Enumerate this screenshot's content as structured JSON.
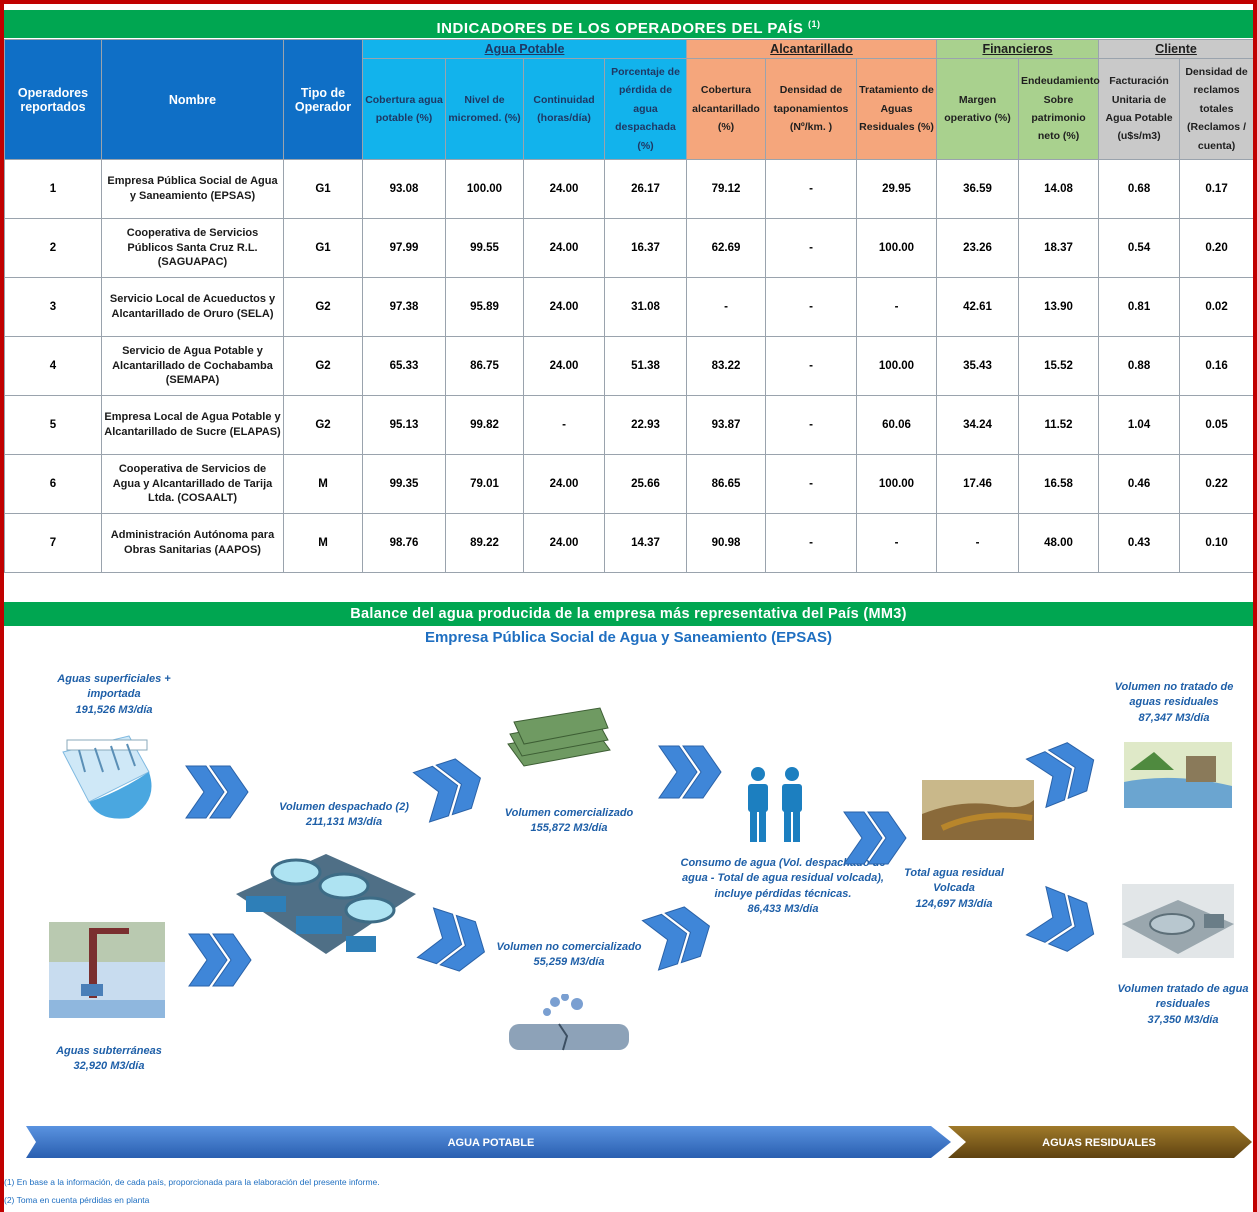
{
  "title": "INDICADORES DE LOS OPERADORES DEL PAÍS",
  "title_sup": "(1)",
  "groups": {
    "agua_potable": "Agua Potable",
    "alcantarillado": "Alcantarillado",
    "financieros": "Financieros",
    "cliente": "Cliente"
  },
  "headers": {
    "operadores": "Operadores reportados",
    "nombre": "Nombre",
    "tipo": "Tipo de Operador",
    "cobertura_ap": "Cobertura agua potable (%)",
    "micromed": "Nivel de micromed. (%)",
    "continuidad": "Continuidad (horas/día)",
    "perdida": "Porcentaje de pérdida de agua despachada (%)",
    "cobertura_alc": "Cobertura alcantarillado (%)",
    "taponamientos": "Densidad de taponamientos (Nº/km. )",
    "tratamiento": "Tratamiento de Aguas Residuales (%)",
    "margen": "Margen operativo (%)",
    "endeudamiento": "Endeudamiento Sobre patrimonio neto (%)",
    "facturacion": "Facturación Unitaria de Agua Potable (u$s/m3)",
    "reclamos": "Densidad de reclamos totales (Reclamos / cuenta)"
  },
  "rows": [
    {
      "n": "1",
      "nombre": "Empresa Pública Social de Agua y Saneamiento (EPSAS)",
      "tipo": "G1",
      "cob": "93.08",
      "mic": "100.00",
      "cont": "24.00",
      "perd": "26.17",
      "alc": "79.12",
      "tap": "-",
      "trat": "29.95",
      "marg": "36.59",
      "end": "14.08",
      "fact": "0.68",
      "rec": "0.17"
    },
    {
      "n": "2",
      "nombre": "Cooperativa de Servicios Públicos Santa Cruz R.L. (SAGUAPAC)",
      "tipo": "G1",
      "cob": "97.99",
      "mic": "99.55",
      "cont": "24.00",
      "perd": "16.37",
      "alc": "62.69",
      "tap": "-",
      "trat": "100.00",
      "marg": "23.26",
      "end": "18.37",
      "fact": "0.54",
      "rec": "0.20"
    },
    {
      "n": "3",
      "nombre": "Servicio Local de Acueductos y Alcantarillado de Oruro (SELA)",
      "tipo": "G2",
      "cob": "97.38",
      "mic": "95.89",
      "cont": "24.00",
      "perd": "31.08",
      "alc": "-",
      "tap": "-",
      "trat": "-",
      "marg": "42.61",
      "end": "13.90",
      "fact": "0.81",
      "rec": "0.02"
    },
    {
      "n": "4",
      "nombre": "Servicio de Agua Potable y Alcantarillado de Cochabamba (SEMAPA)",
      "tipo": "G2",
      "cob": "65.33",
      "mic": "86.75",
      "cont": "24.00",
      "perd": "51.38",
      "alc": "83.22",
      "tap": "-",
      "trat": "100.00",
      "marg": "35.43",
      "end": "15.52",
      "fact": "0.88",
      "rec": "0.16"
    },
    {
      "n": "5",
      "nombre": "Empresa Local de Agua Potable y Alcantarillado de Sucre (ELAPAS)",
      "tipo": "G2",
      "cob": "95.13",
      "mic": "99.82",
      "cont": "-",
      "perd": "22.93",
      "alc": "93.87",
      "tap": "-",
      "trat": "60.06",
      "marg": "34.24",
      "end": "11.52",
      "fact": "1.04",
      "rec": "0.05"
    },
    {
      "n": "6",
      "nombre": "Cooperativa de Servicios de Agua y Alcantarillado de Tarija Ltda. (COSAALT)",
      "tipo": "M",
      "cob": "99.35",
      "mic": "79.01",
      "cont": "24.00",
      "perd": "25.66",
      "alc": "86.65",
      "tap": "-",
      "trat": "100.00",
      "marg": "17.46",
      "end": "16.58",
      "fact": "0.46",
      "rec": "0.22"
    },
    {
      "n": "7",
      "nombre": "Administración Autónoma para Obras Sanitarias (AAPOS)",
      "tipo": "M",
      "cob": "98.76",
      "mic": "89.22",
      "cont": "24.00",
      "perd": "14.37",
      "alc": "90.98",
      "tap": "-",
      "trat": "-",
      "marg": "-",
      "end": "48.00",
      "fact": "0.43",
      "rec": "0.10"
    }
  ],
  "balance": {
    "title": "Balance del agua producida de la empresa más representativa del País (MM3)",
    "subtitle": "Empresa Pública Social de Agua y Saneamiento (EPSAS)",
    "superficiales": {
      "label": "Aguas superficiales + importada",
      "value": "191,526 M3/día"
    },
    "subterraneas": {
      "label": "Aguas subterráneas",
      "value": "32,920 M3/día"
    },
    "despachado": {
      "label": "Volumen despachado (2)",
      "value": "211,131 M3/día"
    },
    "comercializado": {
      "label": "Volumen comercializado",
      "value": "155,872 M3/día"
    },
    "no_comercializado": {
      "label": "Volumen no comercializado",
      "value": "55,259 M3/día"
    },
    "consumo": {
      "label": "Consumo de agua (Vol. despachado de agua - Total de agua residual volcada), incluye pérdidas técnicas.",
      "value": "86,433 M3/día"
    },
    "residual": {
      "label": "Total agua residual Volcada",
      "value": "124,697 M3/día"
    },
    "no_tratado": {
      "label": "Volumen no tratado de aguas residuales",
      "value": "87,347 M3/día"
    },
    "tratado": {
      "label": "Volumen tratado de agua residuales",
      "value": "37,350 M3/día"
    }
  },
  "arrows": {
    "potable": "AGUA POTABLE",
    "residuales": "AGUAS RESIDUALES"
  },
  "footnotes": [
    "(1) En base a la información, de cada país, proporcionada para la elaboración del presente informe.",
    "(2) Toma en cuenta pérdidas en planta"
  ],
  "colors": {
    "title_bar": "#00a651",
    "border": "#c00000",
    "header_blue": "#0f6fc6",
    "agua_potable": "#12b3ec",
    "alcantarillado": "#f5a67c",
    "financieros": "#a9d18e",
    "cliente": "#c9c9c9",
    "arrow_blue": "#2e6fc8",
    "arrow_brown": "#7a5410"
  }
}
